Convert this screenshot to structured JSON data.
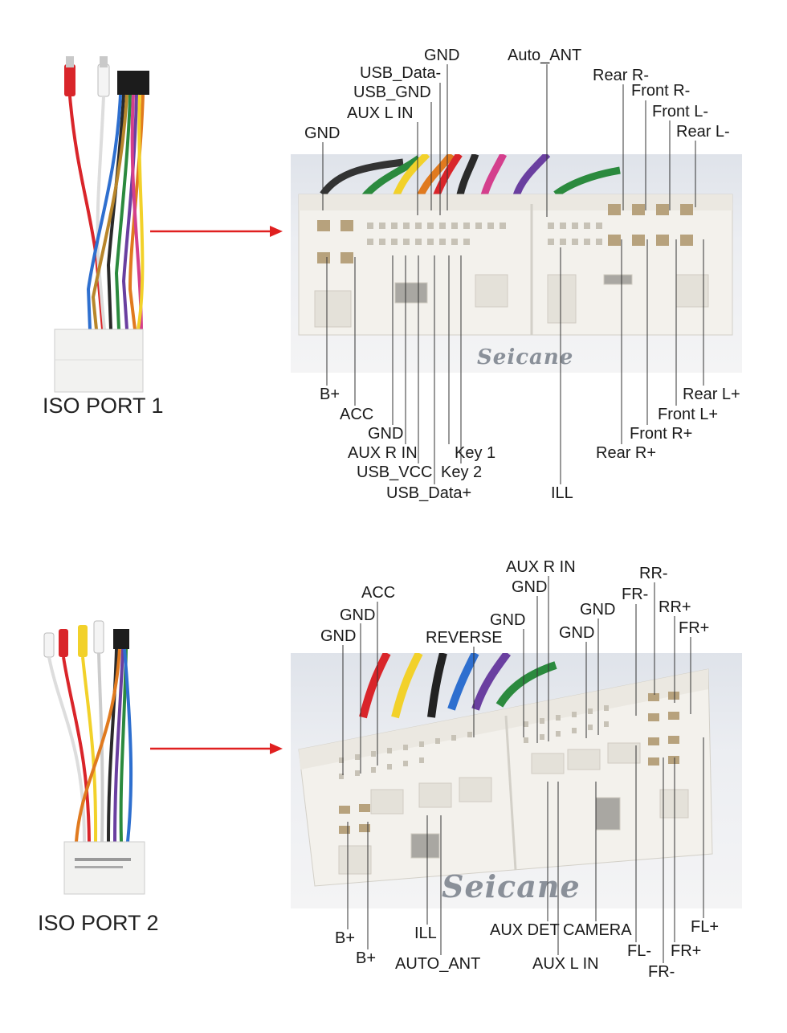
{
  "port1": {
    "title": "ISO PORT 1",
    "brand": "Seicane",
    "top_labels": [
      "GND",
      "USB_Data-",
      "USB_GND",
      "AUX L IN",
      "GND",
      "Auto_ANT",
      "Rear R-",
      "Front R-",
      "Front L-",
      "Rear L-"
    ],
    "bottom_labels": [
      "B+",
      "ACC",
      "GND",
      "AUX R IN",
      "USB_VCC",
      "USB_Data+",
      "Key 1",
      "Key 2",
      "ILL",
      "Rear L+",
      "Front L+",
      "Front R+",
      "Rear R+"
    ]
  },
  "port2": {
    "title": "ISO PORT 2",
    "brand": "Seicane",
    "top_labels": [
      "ACC",
      "GND",
      "GND",
      "REVERSE",
      "GND",
      "AUX R IN",
      "GND",
      "GND",
      "GND",
      "RR-",
      "FR-",
      "RR+",
      "FR+"
    ],
    "bottom_labels": [
      "B+",
      "B+",
      "ILL",
      "AUTO_ANT",
      "AUX DET",
      "CAMERA",
      "AUX L IN",
      "FL-",
      "FL+",
      "FR+",
      "FR-"
    ]
  },
  "colors": {
    "arrow": "#e02020",
    "leader": "#333333",
    "connector": "#f3f1ec",
    "label": "#1a1a1a"
  }
}
